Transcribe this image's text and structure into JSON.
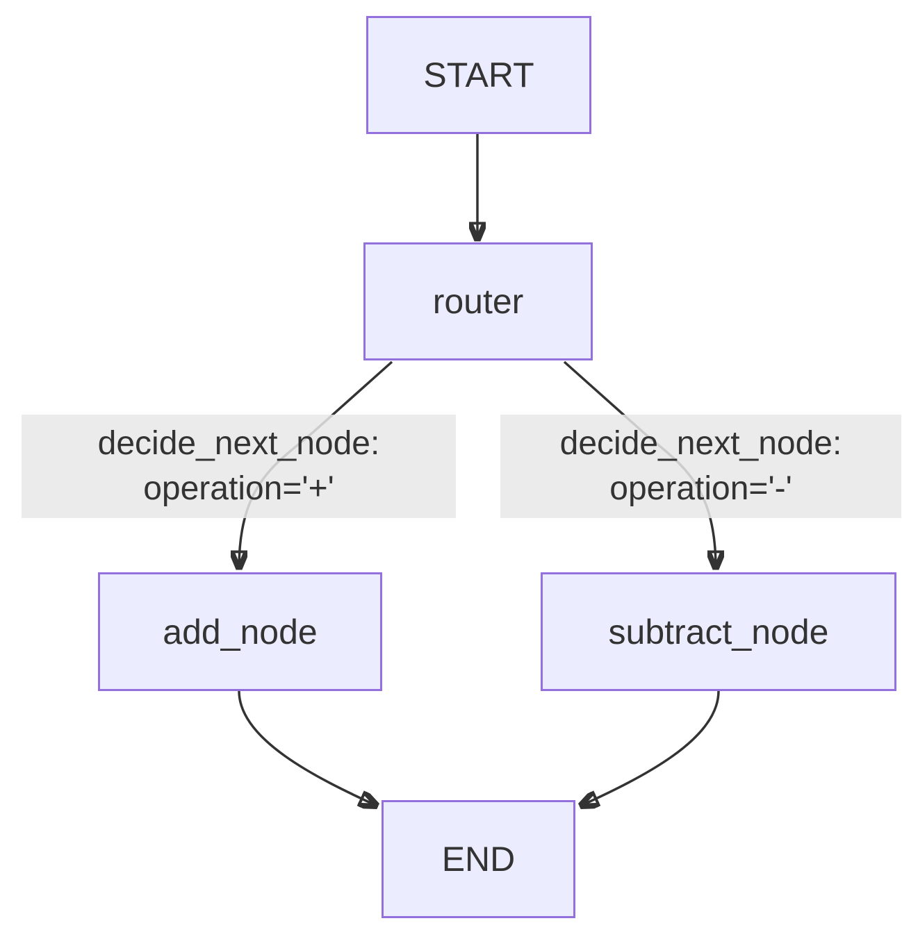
{
  "diagram": {
    "type": "flowchart",
    "nodes": {
      "start": {
        "label": "START"
      },
      "router": {
        "label": "router"
      },
      "add": {
        "label": "add_node"
      },
      "subtract": {
        "label": "subtract_node"
      },
      "end": {
        "label": "END"
      }
    },
    "edge_labels": {
      "to_add": {
        "line1": "decide_next_node:",
        "line2": "operation='+'"
      },
      "to_subtract": {
        "line1": "decide_next_node:",
        "line2": "operation='-'"
      }
    },
    "edges": [
      {
        "from": "start",
        "to": "router"
      },
      {
        "from": "router",
        "to": "add_node",
        "label": "decide_next_node: operation='+'"
      },
      {
        "from": "router",
        "to": "subtract_node",
        "label": "decide_next_node: operation='-'"
      },
      {
        "from": "add_node",
        "to": "end"
      },
      {
        "from": "subtract_node",
        "to": "end"
      }
    ]
  },
  "colors": {
    "canvas": "#FFFFFF",
    "node_fill": "#ECECFF",
    "node_border": "#9370DB",
    "edge_stroke": "#333333",
    "label_background": "#E8E8E8",
    "text": "#333333"
  }
}
